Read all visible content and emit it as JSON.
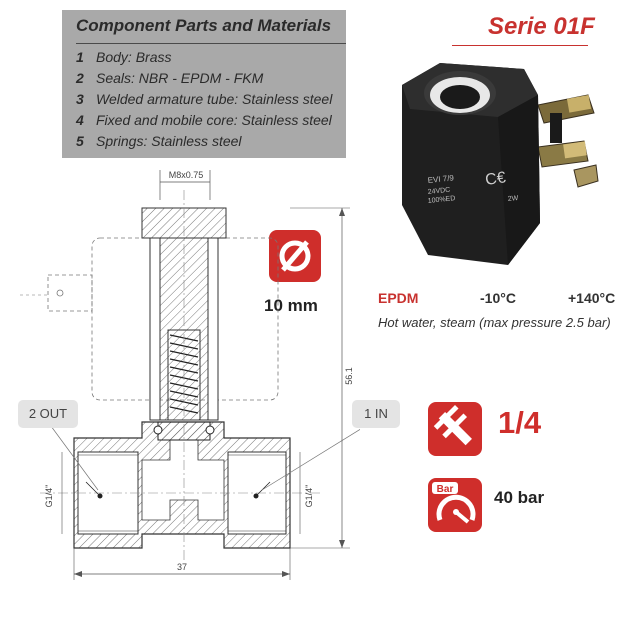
{
  "parts": {
    "title": "Component Parts and Materials",
    "items": [
      {
        "num": "1",
        "text": "Body: Brass"
      },
      {
        "num": "2",
        "text": "Seals: NBR - EPDM - FKM"
      },
      {
        "num": "3",
        "text": "Welded armature tube: Stainless steel"
      },
      {
        "num": "4",
        "text": "Fixed and mobile core: Stainless steel"
      },
      {
        "num": "5",
        "text": "Springs: Stainless steel"
      }
    ]
  },
  "serie": "Serie 01F",
  "coil": {
    "model": "EVI 7/9",
    "voltage": "24VDC",
    "duty": "100%ED",
    "power": "2W"
  },
  "orifice": {
    "value": "10 mm"
  },
  "seal": {
    "label": "EPDM",
    "temp_min": "-10°C",
    "temp_max": "+140°C",
    "note": "Hot water, steam (max pressure 2.5 bar)"
  },
  "connection": {
    "value": "1/4"
  },
  "pressure": {
    "icon_label": "Bar",
    "value": "40 bar"
  },
  "drawing": {
    "thread_top": "M8x0.75",
    "height": "56.1",
    "width": "37",
    "port_left": "G1/4\"",
    "port_right": "G1/4\"",
    "out_label": "2 OUT",
    "in_label": "1 IN"
  },
  "colors": {
    "accent": "#cf2e2b",
    "box": "#a9a9a9",
    "callout": "#e4e4e4"
  }
}
